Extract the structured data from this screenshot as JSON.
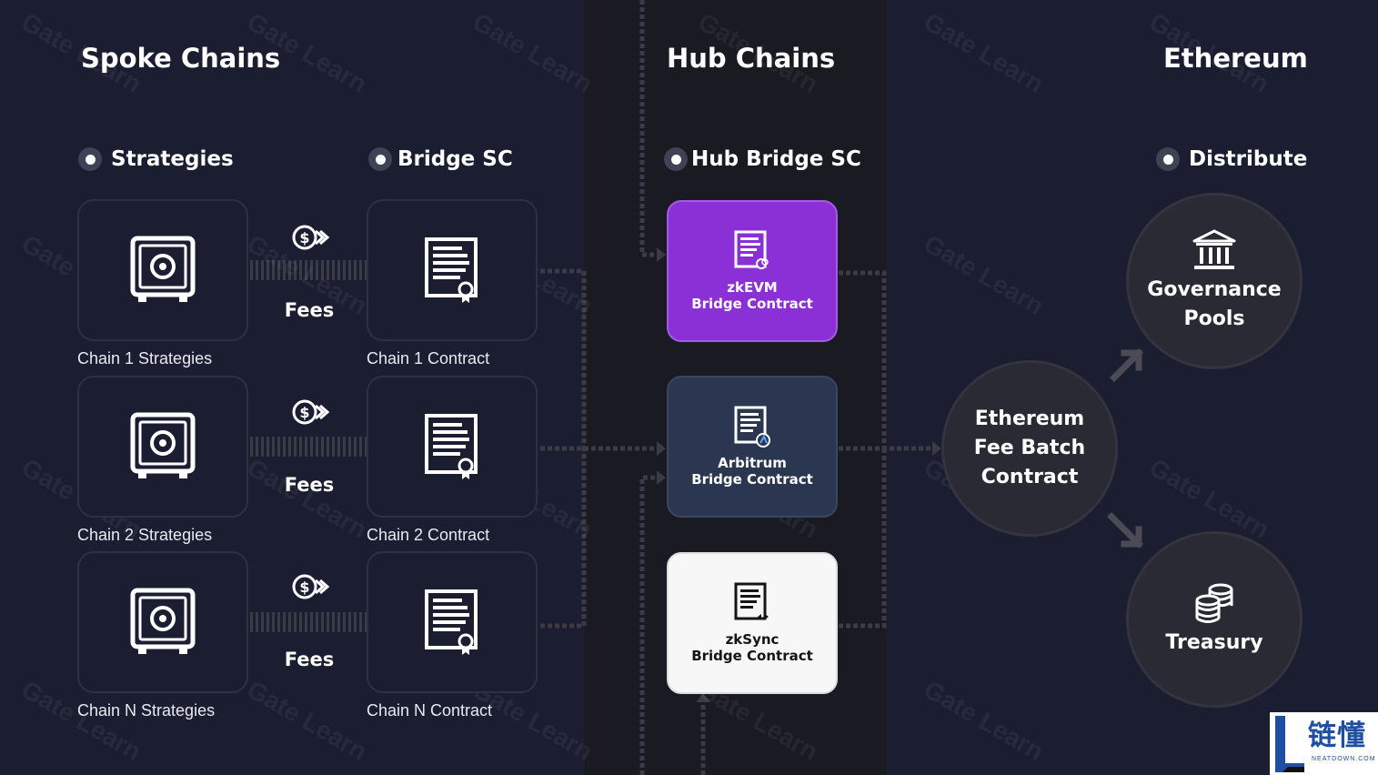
{
  "sections": {
    "spoke": "Spoke Chains",
    "hub": "Hub Chains",
    "ethereum": "Ethereum"
  },
  "columns": {
    "strategies": "Strategies",
    "bridge_sc": "Bridge SC",
    "hub_bridge_sc": "Hub Bridge SC",
    "distribute": "Distribute"
  },
  "rows": [
    {
      "strategy_label": "Chain 1 Strategies",
      "contract_label": "Chain 1 Contract",
      "fees_label": "Fees"
    },
    {
      "strategy_label": "Chain 2 Strategies",
      "contract_label": "Chain 2 Contract",
      "fees_label": "Fees"
    },
    {
      "strategy_label": "Chain N Strategies",
      "contract_label": "Chain N Contract",
      "fees_label": "Fees"
    }
  ],
  "hub_contracts": [
    {
      "name": "zkEVM",
      "subtitle": "Bridge Contract",
      "color": "#8b2fd6"
    },
    {
      "name": "Arbitrum",
      "subtitle": "Bridge Contract",
      "color": "#2b3650"
    },
    {
      "name": "zkSync",
      "subtitle": "Bridge Contract",
      "color": "#f7f7f7"
    }
  ],
  "ethereum_nodes": {
    "fee_batch": [
      "Ethereum",
      "Fee Batch",
      "Contract"
    ],
    "governance": [
      "Governance",
      "Pools"
    ],
    "treasury": "Treasury"
  },
  "watermark_text": "Gate Learn",
  "logo": {
    "cn": "链懂",
    "en": "NEATDOWN.COM"
  },
  "colors": {
    "background": "#1b1d31",
    "hub_band": "#1a1a22",
    "zkevm": "#8b2fd6",
    "arbitrum": "#2b3650",
    "zksync": "#f7f7f7",
    "node_fill": "#292a33",
    "connector": "#3a3b45"
  },
  "icons": {
    "strategy": "safe-vault-icon",
    "contract": "certificate-document-icon",
    "fees": "dollar-coin-arrow-icon",
    "governance": "bank-building-icon",
    "treasury": "coin-stack-icon"
  }
}
